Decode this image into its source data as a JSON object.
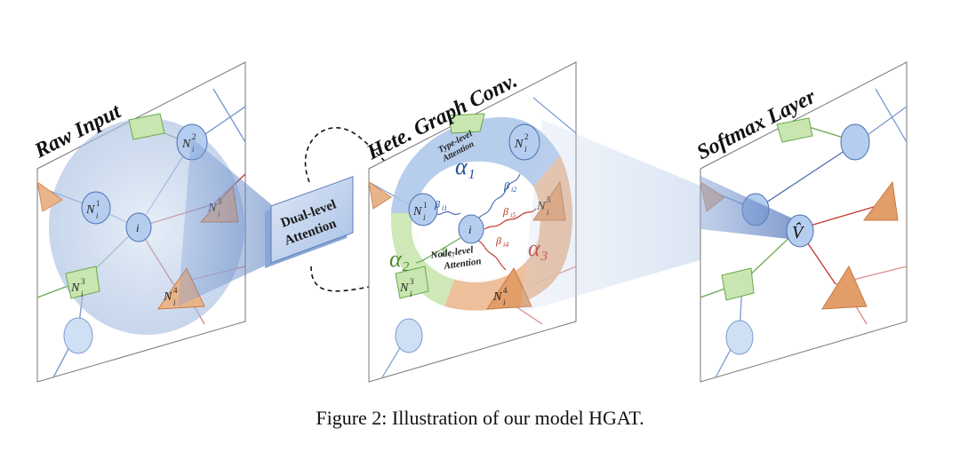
{
  "panels": {
    "raw_input": {
      "title": "Raw Input"
    },
    "hete_graph": {
      "title": "Hete. Graph Conv."
    },
    "softmax": {
      "title": "Softmax Layer"
    }
  },
  "dual_attention_box": {
    "line1": "Dual-level",
    "line2": "Attention"
  },
  "nodes": {
    "i": "i",
    "n1": "N",
    "n2": "N",
    "n3": "N",
    "n4": "N",
    "n5": "N",
    "sub_i": "i",
    "sup1": "1",
    "sup2": "2",
    "sup3": "3",
    "sup4": "4",
    "sup5": "5",
    "v_hat": "V̂"
  },
  "type_level": {
    "line1": "Type-level",
    "line2": "Attention"
  },
  "node_level": {
    "line1": "Node-level",
    "line2": "Attention"
  },
  "alphas": {
    "a1": "α₁",
    "a2": "α₂",
    "a3": "α₃"
  },
  "betas": {
    "b1": "β",
    "b2": "β",
    "b3": "β",
    "b4": "β",
    "b5": "β",
    "s1": "i1",
    "s2": "i2",
    "s3": "i3",
    "s4": "i4",
    "s5": "i5"
  },
  "caption": "Figure 2: Illustration of our model HGAT.",
  "colors": {
    "blue": "#a9c4e8",
    "green": "#c9e6b0",
    "orange": "#eab48a",
    "node_blue": "#b5cdee",
    "alpha1": "#1f4e9a",
    "alpha2": "#4a8a2a",
    "alpha3": "#c0392b"
  }
}
